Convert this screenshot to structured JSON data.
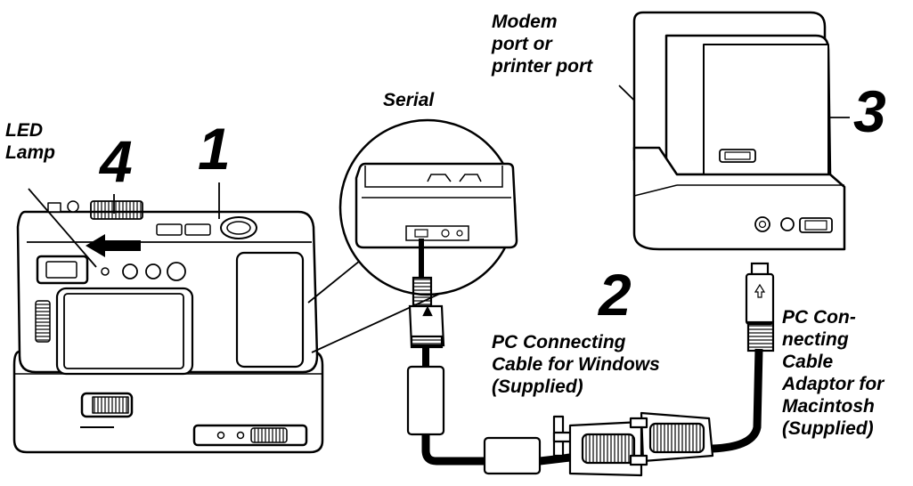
{
  "labels": {
    "led_lamp": [
      "LED",
      "Lamp"
    ],
    "serial": "Serial",
    "modem": [
      "Modem",
      "port or",
      "printer port"
    ],
    "pc_cable": [
      "PC Connecting",
      "Cable for Windows",
      "(Supplied)"
    ],
    "mac_adaptor": [
      "PC Con-",
      "necting",
      "Cable",
      "Adaptor for",
      "Macintosh",
      "(Supplied)"
    ]
  },
  "callouts": {
    "camera": "1",
    "cable": "2",
    "computer": "3",
    "slider": "4"
  }
}
